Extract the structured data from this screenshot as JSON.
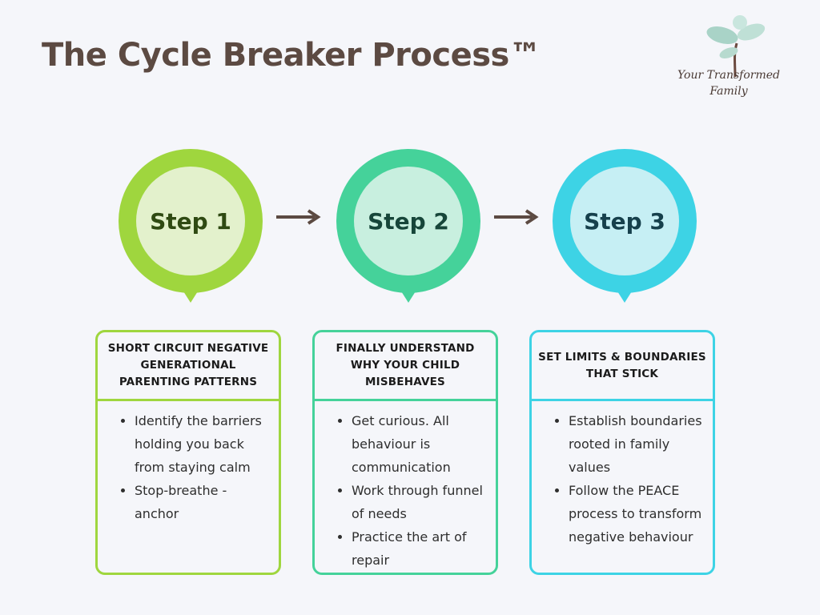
{
  "title": "The Cycle Breaker Process™",
  "logo": {
    "line1": "Your Transformed",
    "line2": "Family"
  },
  "steps": [
    {
      "label": "Step 1",
      "colors": {
        "outer": "#9fd63e",
        "inner": "#e3f1cc",
        "text": "#2f4a12"
      },
      "heading": "SHORT CIRCUIT NEGATIVE GENERATIONAL PARENTING PATTERNS",
      "bullets": [
        "Identify the barriers holding you back from staying calm",
        "Stop-breathe - anchor"
      ]
    },
    {
      "label": "Step 2",
      "colors": {
        "outer": "#45d29a",
        "inner": "#c8efdf",
        "text": "#17463a"
      },
      "heading": "FINALLY UNDERSTAND WHY YOUR CHILD MISBEHAVES",
      "bullets": [
        "Get curious. All behaviour is communication",
        "Work through funnel of needs",
        "Practice the art of repair"
      ]
    },
    {
      "label": "Step 3",
      "colors": {
        "outer": "#3dd3e5",
        "inner": "#c6eff4",
        "text": "#16404c"
      },
      "heading": "SET LIMITS & BOUNDARIES THAT STICK",
      "bullets": [
        "Establish boundaries rooted in family values",
        "Follow the PEACE process to transform negative behaviour"
      ]
    }
  ],
  "arrow_color": "#5c4a42"
}
